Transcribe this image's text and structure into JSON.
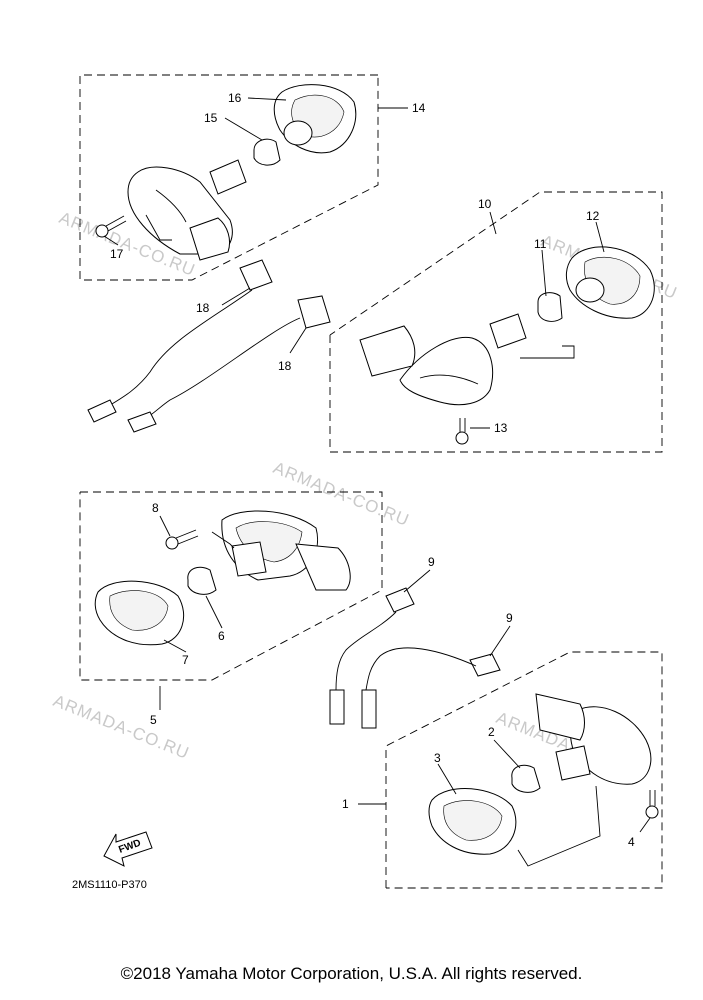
{
  "watermark": "ARMADA-CO.RU",
  "callouts": {
    "p1": "1",
    "p2": "2",
    "p3": "3",
    "p4": "4",
    "p5": "5",
    "p6": "6",
    "p7": "7",
    "p8": "8",
    "p9a": "9",
    "p9b": "9",
    "p10": "10",
    "p11": "11",
    "p12": "12",
    "p13": "13",
    "p14": "14",
    "p15": "15",
    "p16": "16",
    "p17": "17",
    "p18a": "18",
    "p18b": "18"
  },
  "fwd_label": "FWD",
  "diagram_code": "2MS1110-P370",
  "copyright": "©2018 Yamaha Motor Corporation, U.S.A. All rights reserved."
}
